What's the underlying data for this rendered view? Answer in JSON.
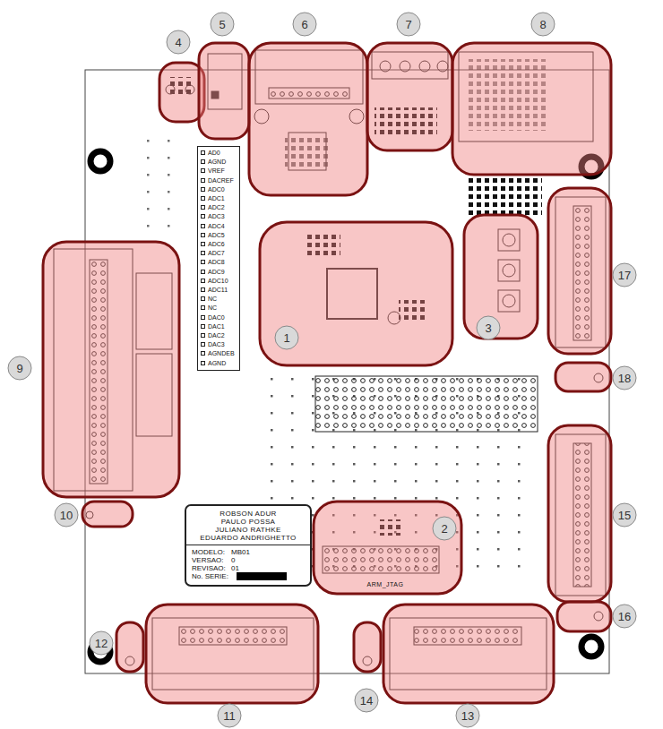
{
  "diagram": {
    "nodes": [
      {
        "text": [
          "AD0",
          "AGND",
          "VREF",
          "DACREF",
          "ADC0",
          "ADC1",
          "ADC2",
          "ADC3",
          "ADC4",
          "ADC5",
          "ADC6",
          "ADC7",
          "ADC8",
          "ADC9",
          "ADC10",
          "ADC11",
          "NC",
          "NC",
          "DAC0",
          "DAC1",
          "DAC2",
          "DAC3",
          "AGNDEB",
          "AGND"
        ]
      },
      {
        "text": [
          "ROBSON ADUR",
          "PAULO POSSA",
          "JULIANO RATHKE",
          "EDUARDO ANDRIGHETTO",
          "MODELO:",
          "MB01",
          "VERSAO:",
          "0",
          "REVISAO:",
          "01",
          "No. SERIE:"
        ]
      }
    ],
    "labels": [
      "4",
      "5",
      "6",
      "7",
      "8",
      "17",
      "1",
      "3",
      "9",
      "18",
      "10",
      "2",
      "15",
      "16",
      "12",
      "14",
      "11",
      "13",
      "ARM_JTAG"
    ]
  }
}
